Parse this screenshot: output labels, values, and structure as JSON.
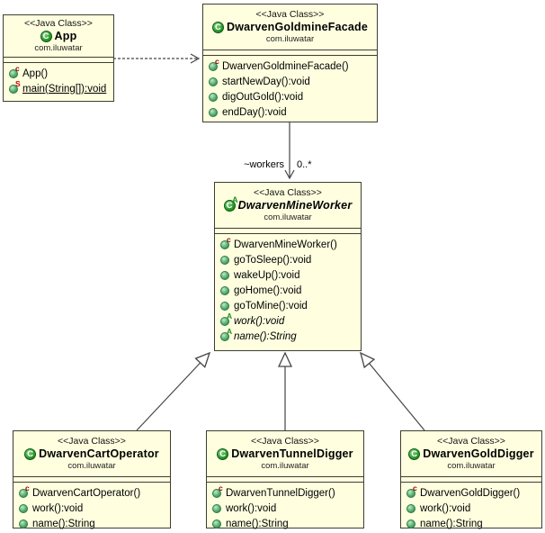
{
  "stereotype": "<<Java Class>>",
  "class_icon_letter": "C",
  "colors": {
    "box_fill": "#ffffe0",
    "box_border": "#3e3e32",
    "edge_line": "#444444",
    "class_icon_green": "#2f9e2f",
    "constructor_sup_red": "#8b0000",
    "static_sup_red": "#cc0000",
    "abstract_sup_green": "#1e8b1e"
  },
  "classes": [
    {
      "name": "App",
      "package": "com.iluwatar",
      "abstract": false,
      "icon_sup": "",
      "methods": [
        {
          "text": "App()",
          "sup": "c",
          "kind": "constructor"
        },
        {
          "text": "main(String[]):void",
          "sup": "S",
          "kind": "static"
        }
      ]
    },
    {
      "name": "DwarvenGoldmineFacade",
      "package": "com.iluwatar",
      "abstract": false,
      "icon_sup": "",
      "methods": [
        {
          "text": "DwarvenGoldmineFacade()",
          "sup": "c",
          "kind": "constructor"
        },
        {
          "text": "startNewDay():void",
          "sup": "",
          "kind": "method"
        },
        {
          "text": "digOutGold():void",
          "sup": "",
          "kind": "method"
        },
        {
          "text": "endDay():void",
          "sup": "",
          "kind": "method"
        }
      ]
    },
    {
      "name": "DwarvenMineWorker",
      "package": "com.iluwatar",
      "abstract": true,
      "icon_sup": "A",
      "methods": [
        {
          "text": "DwarvenMineWorker()",
          "sup": "c",
          "kind": "constructor"
        },
        {
          "text": "goToSleep():void",
          "sup": "",
          "kind": "method"
        },
        {
          "text": "wakeUp():void",
          "sup": "",
          "kind": "method"
        },
        {
          "text": "goHome():void",
          "sup": "",
          "kind": "method"
        },
        {
          "text": "goToMine():void",
          "sup": "",
          "kind": "method"
        },
        {
          "text": "work():void",
          "sup": "A",
          "kind": "abstract"
        },
        {
          "text": "name():String",
          "sup": "A",
          "kind": "abstract"
        }
      ]
    },
    {
      "name": "DwarvenCartOperator",
      "package": "com.iluwatar",
      "abstract": false,
      "icon_sup": "",
      "methods": [
        {
          "text": "DwarvenCartOperator()",
          "sup": "c",
          "kind": "constructor"
        },
        {
          "text": "work():void",
          "sup": "",
          "kind": "method"
        },
        {
          "text": "name():String",
          "sup": "",
          "kind": "method"
        }
      ]
    },
    {
      "name": "DwarvenTunnelDigger",
      "package": "com.iluwatar",
      "abstract": false,
      "icon_sup": "",
      "methods": [
        {
          "text": "DwarvenTunnelDigger()",
          "sup": "c",
          "kind": "constructor"
        },
        {
          "text": "work():void",
          "sup": "",
          "kind": "method"
        },
        {
          "text": "name():String",
          "sup": "",
          "kind": "method"
        }
      ]
    },
    {
      "name": "DwarvenGoldDigger",
      "package": "com.iluwatar",
      "abstract": false,
      "icon_sup": "",
      "methods": [
        {
          "text": "DwarvenGoldDigger()",
          "sup": "c",
          "kind": "constructor"
        },
        {
          "text": "work():void",
          "sup": "",
          "kind": "method"
        },
        {
          "text": "name():String",
          "sup": "",
          "kind": "method"
        }
      ]
    }
  ],
  "edges": {
    "association": {
      "name_label": "~workers",
      "multiplicity": "0..*"
    }
  }
}
